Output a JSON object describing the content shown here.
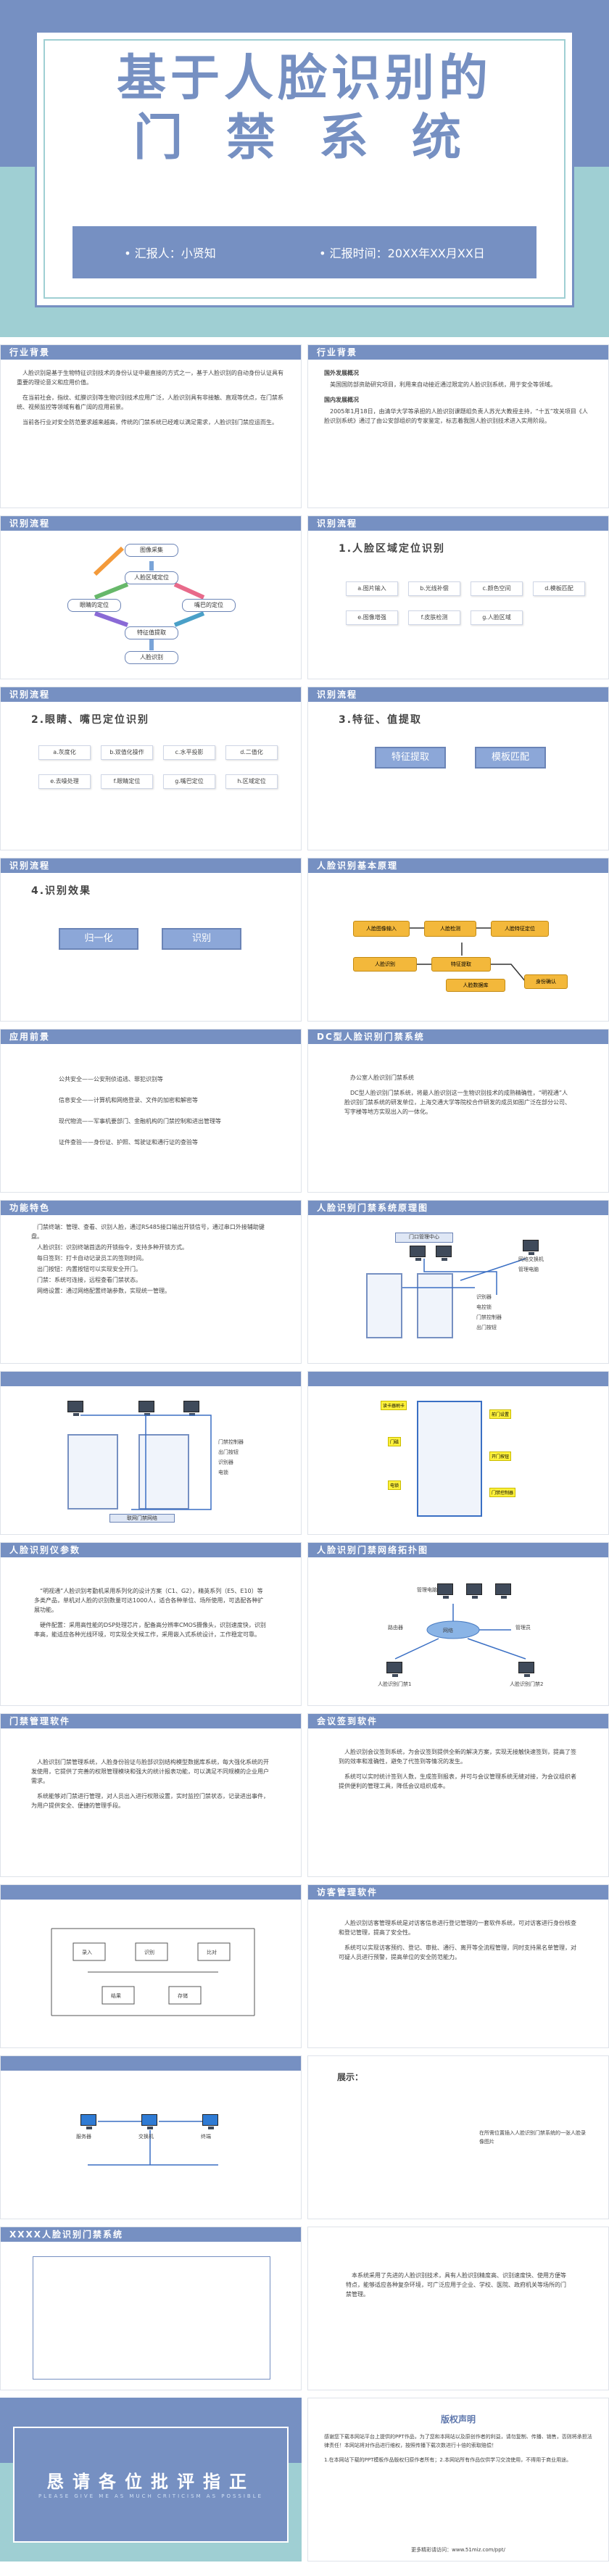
{
  "cover": {
    "title_line1": "基于人脸识别的",
    "title_line2": "门禁系统",
    "reporter": "汇报人：小贤知",
    "report_time": "汇报时间：20XX年XX月XX日"
  },
  "slides": {
    "s1": {
      "header": "行业背景",
      "p1": "人脸识别是基于生物特征识别技术的身份认证中最直接的方式之一，基于人脸识别的自动身份认证具有重要的理论意义和应用价值。",
      "p2": "在当前社会，指纹、虹膜识别等生物识别技术应用广泛，人脸识别具有非接触、直观等优点，在门禁系统、视频监控等领域有着广阔的应用前景。",
      "p3": "当前各行业对安全防范要求越来越高，传统的门禁系统已经难以满足需求，人脸识别门禁应运而生。"
    },
    "s2": {
      "header": "行业背景",
      "t1": "国外发展概况",
      "p1": "美国国防部资助研究项目，利用来自动接近通过限定的人脸识别系统，用于安全等领域。",
      "t2": "国内发展概况",
      "p2": "2005年1月18日，由清华大学等承担的人脸识别课题组负责人苏光大教授主持，“十五”攻关项目《人脸识别系统》通过了由公安部组织的专家鉴定，标志着我国人脸识别技术进入实用阶段。"
    },
    "s3": {
      "header": "识别流程",
      "steps": [
        "图像采集",
        "人脸区域定位",
        "眼睛的定位",
        "嘴巴的定位",
        "特征值提取",
        "人脸识别"
      ]
    },
    "s4": {
      "header": "识别流程",
      "subtitle": "1.人脸区域定位识别",
      "tags": [
        "a.图片输入",
        "b.光线补偿",
        "c.颜色空间",
        "d.模板匹配",
        "e.图像增强",
        "f.皮肤检测",
        "g.人脸区域"
      ]
    },
    "s5": {
      "header": "识别流程",
      "subtitle": "2.眼睛、嘴巴定位识别",
      "tags": [
        "a.灰度化",
        "b.双值化操作",
        "c.水平投影",
        "d.二值化",
        "e.去噪处理",
        "f.眼睛定位",
        "g.嘴巴定位",
        "h.区域定位"
      ]
    },
    "s6": {
      "header": "识别流程",
      "subtitle": "3.特征、值提取",
      "buttons": [
        "特征提取",
        "模板匹配"
      ]
    },
    "s7": {
      "header": "识别流程",
      "subtitle": "4.识别效果",
      "buttons": [
        "归一化",
        "识别"
      ]
    },
    "s8": {
      "header": "人脸识别基本原理",
      "flow": [
        "人脸图像输入",
        "人脸检测",
        "人脸特征定位",
        "特征提取",
        "人脸识别",
        "身份确认",
        "人脸数据库"
      ]
    },
    "s9": {
      "header": "应用前景",
      "items": [
        "公共安全——公安刑侦追逃、罪犯识别等",
        "信息安全——计算机和网络登录、文件的加密和解密等",
        "现代物流——军事机要部门、金融机构的门禁控制和进出管理等",
        "证件查验——身份证、护照、驾驶证和通行证的查验等"
      ]
    },
    "s10": {
      "header": "DC型人脸识别门禁系统",
      "p1": "办公室人脸识别门禁系统",
      "p2": "DC型人脸识别门禁系统，将最人脸识别这一生物识别技术的成熟精确性，“明视通”人脸识别门禁系统的研发单位，上海交通大学等院校合作研发的成员如图广泛在部分公司、写字楼等地方实现出入的一体化。"
    },
    "s11": {
      "header": "功能特色",
      "p1": "门禁终端：管理、查看、识别人脸，通过RS485接口输出开锁信号，通过串口外接辅助键盘。",
      "p2": "人脸识别：识别终端首选的开锁指令，支持多种开锁方式。",
      "p3": "每日签到：打卡自动记录员工的签到时间。",
      "p4": "出门按钮：内置按钮可以实现安全开门。",
      "p5": "门禁：系统可连接，远程查看门禁状态。",
      "p6": "网络设置：通过网络配置终端参数，实现统一管理。"
    },
    "s12": {
      "header": "人脸识别门禁系统原理图",
      "labels": [
        "门口管理中心",
        "识别器",
        "电控锁",
        "门禁控制器",
        "出门按钮",
        "网络交换机",
        "管理电脑"
      ]
    },
    "s13": {
      "labels": [
        "联网门禁网络",
        "门禁控制器",
        "出门按钮",
        "识别器",
        "电锁"
      ]
    },
    "s14": {
      "notes": [
        "读卡器刷卡",
        "前门设置",
        "门磁",
        "开门按钮",
        "电锁",
        "门禁控制器"
      ]
    },
    "s15": {
      "header": "人脸识别仪参数",
      "p1": "“明视通”人脸识别考勤机采用系列化的设计方案（C1、G2），精英系列（E5、E10）等多类产品，单机对人脸的识别数量可达1000人，适合各种单位、场所使用，可选配各种扩展功能。",
      "p2": "硬件配置：采用高性能的DSP处理芯片，配备高分辨率CMOS摄像头，识别速度快，识别率高，能适应各种光线环境，可实现全天候工作，采用嵌入式系统设计，工作稳定可靠。"
    },
    "s16": {
      "header": "人脸识别门禁网络拓扑图",
      "labels": [
        "管理电脑",
        "路由器",
        "网络",
        "管理员",
        "人脸识别门禁1",
        "人脸识别门禁2"
      ]
    },
    "s17": {
      "header": "门禁管理软件",
      "p1": "人脸识别门禁管理系统，人脸身份验证与脸部识别结构模型数据库系统，每大强化系统的开发使用，它提供了完善的权限管理模块和强大的统计报表功能，可以满足不同规模的企业用户需求。",
      "p2": "系统能够对门禁进行管理，对人员出入进行权限设置，实时监控门禁状态，记录进出事件，为用户提供安全、便捷的管理手段。"
    },
    "s18": {
      "header": "会议签到软件",
      "p1": "人脸识别会议签到系统，为会议签到提供全新的解决方案，实现无接触快速签到，提高了签到的效率和准确性，避免了代签到等情况的发生。",
      "p2": "系统可以实时统计签到人数，生成签到报表，并可与会议管理系统无缝对接，为会议组织者提供便利的管理工具，降低会议组织成本。"
    },
    "s19": {
      "labels": [
        "录入",
        "识别",
        "比对",
        "结果",
        "存储"
      ]
    },
    "s20": {
      "header": "访客管理软件",
      "p1": "人脸识别访客管理系统是对访客信息进行登记管理的一套软件系统，可对访客进行身份核查和登记管理，提高了安全性。",
      "p2": "系统可以实现访客预约、登记、审批、通行、离开等全流程管理，同时支持黑名单管理，对可疑人员进行预警，提高单位的安全防范能力。"
    },
    "s21": {
      "labels": [
        "服务器",
        "交换机",
        "终端"
      ]
    },
    "s22": {
      "heading": "展示：",
      "caption": "在所需位置插入人脸识别门禁系统的一张人脸录像图片"
    },
    "s23": {
      "header": "XXXX人脸识别门禁系统"
    },
    "s24": {
      "p1": "本系统采用了先进的人脸识别技术，具有人脸识别精度高、识别速度快、使用方便等特点，能够适应各种复杂环境，可广泛应用于企业、学校、医院、政府机关等场所的门禁管理。"
    }
  },
  "footer": {
    "thanks": "恳请各位批评指正",
    "thanks_sub": "PLEASE GIVE ME AS MUCH CRITICISM AS POSSIBLE",
    "copyright_title": "版权声明",
    "copyright_p1": "感谢您下载本网站平台上提供的PPT作品，为了您和本网站以及原创作者的利益，请勿复制、传播、销售，否则将承担法律责任！本网站将对作品进行维权，按照传播下载次数进行十倍的索取赔偿！",
    "copyright_p2": "1.在本网站下载的PPT模板作品版权归原作者所有；2.本网站所有作品仅供学习交流使用，不得用于商业用途。",
    "copyright_url": "更多精彩请访问：www.51miz.com/ppt/"
  }
}
